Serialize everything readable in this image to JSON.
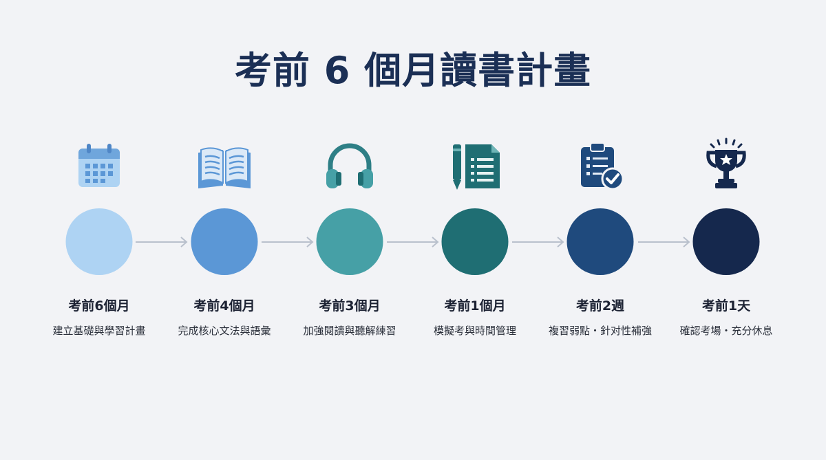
{
  "title": "考前 6 個月讀書計畫",
  "steps": [
    {
      "label": "考前6個月",
      "desc": "建立基礎與學習計畫",
      "color": "#aed3f3",
      "icon": "calendar-icon"
    },
    {
      "label": "考前4個月",
      "desc": "完成核心文法與語彙",
      "color": "#5b97d6",
      "icon": "open-book-icon"
    },
    {
      "label": "考前3個月",
      "desc": "加強閱讀與聽解練習",
      "color": "#46a0a6",
      "icon": "headphones-icon"
    },
    {
      "label": "考前1個月",
      "desc": "模擬考與時間管理",
      "color": "#1f6e73",
      "icon": "pen-document-icon"
    },
    {
      "label": "考前2週",
      "desc": "複習弱點・針对性補強",
      "color": "#1f4a7d",
      "icon": "clipboard-check-icon"
    },
    {
      "label": "考前1天",
      "desc": "確認考場・充分休息",
      "color": "#15284d",
      "icon": "trophy-icon"
    }
  ],
  "arrow_color": "#b9c0cc"
}
